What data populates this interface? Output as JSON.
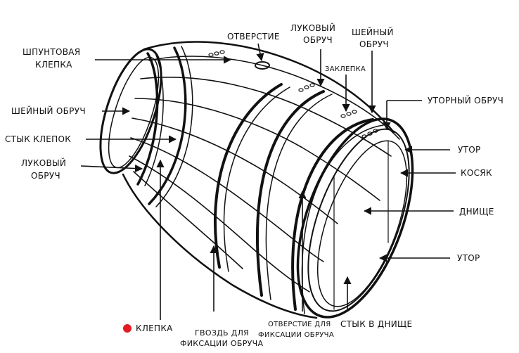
{
  "colors": {
    "ink": "#111111",
    "background": "#ffffff",
    "marker": "#e31b23"
  },
  "labels": {
    "opening": "ОТВЕРСТИЕ",
    "tongue_stave_1": "ШПУНТОВАЯ",
    "tongue_stave_2": "КЛЕПКА",
    "onion_hoop_top_1": "ЛУКОВЫЙ",
    "onion_hoop_top_2": "ОБРУЧ",
    "neck_hoop_top_1": "ШЕЙНЫЙ",
    "neck_hoop_top_2": "ОБРУЧ",
    "rivet": "ЗАКЛЕПКА",
    "chime_hoop": "УТОРНЫЙ ОБРУЧ",
    "neck_hoop_left": "ШЕЙНЫЙ ОБРУЧ",
    "stave_joint": "СТЫК КЛЕПОК",
    "onion_hoop_left_1": "ЛУКОВЫЙ",
    "onion_hoop_left_2": "ОБРУЧ",
    "chime_top": "УТОР",
    "cant": "КОСЯК",
    "head": "ДНИЩЕ",
    "chime_bottom": "УТОР",
    "stave": "КЛЕПКА",
    "nail_1": "ГВОЗДЬ ДЛЯ",
    "nail_2": "ФИКСАЦИИ ОБРУЧА",
    "hole_fix_1": "ОТВЕРСТИЕ ДЛЯ",
    "hole_fix_2": "ФИКСАЦИИ ОБРУЧА",
    "head_joint": "СТЫК В ДНИЩЕ"
  }
}
